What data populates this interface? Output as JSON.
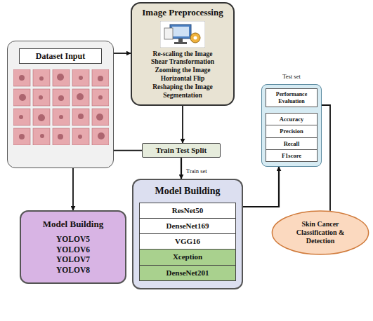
{
  "diagram": {
    "nodes": [
      {
        "text": [
          "Dataset Input"
        ]
      },
      {
        "text": [
          "Image Preprocessing",
          "Re-scaling the Image",
          "Shear Transformation",
          "Zooming the Image",
          "Horizontal Flip",
          "Reshaping the Image",
          "Segmentation"
        ]
      },
      {
        "text": [
          "Train Test Split"
        ]
      },
      {
        "text": [
          "Model Building",
          "YOLOV5",
          "YOLOV6",
          "YOLOV7",
          "YOLOV8"
        ]
      },
      {
        "text": [
          "Model Building"
        ]
      },
      {
        "text": [
          "ResNet50"
        ],
        "in": 4
      },
      {
        "text": [
          "DenseNet169"
        ],
        "in": 4
      },
      {
        "text": [
          "VGG16"
        ],
        "in": 4
      },
      {
        "text": [
          "Xception"
        ],
        "in": 4
      },
      {
        "text": [
          "DenseNet201"
        ],
        "in": 4
      },
      {
        "text": [
          "Test set"
        ]
      },
      {
        "text": [
          "Performance Evaluation"
        ],
        "in": 10
      },
      {
        "text": [
          "Accuracy"
        ],
        "in": 10
      },
      {
        "text": [
          "Precision"
        ],
        "in": 10
      },
      {
        "text": [
          "Recall"
        ],
        "in": 10
      },
      {
        "text": [
          "F1score"
        ],
        "in": 10
      },
      {
        "text": [
          "Skin Cancer Classification & Detection"
        ]
      }
    ],
    "edges": [
      {
        "from": 0,
        "to": 1,
        "arrow": "to"
      },
      {
        "from": 1,
        "to": 2,
        "arrow": "to"
      },
      {
        "from": 2,
        "to": 3,
        "arrow": "to"
      },
      {
        "from": 2,
        "to": 4,
        "label": "Train set",
        "arrow": "to"
      },
      {
        "from": 4,
        "to": 10,
        "arrow": "to"
      },
      {
        "from": 10,
        "to": 16,
        "arrow": "none"
      }
    ]
  }
}
